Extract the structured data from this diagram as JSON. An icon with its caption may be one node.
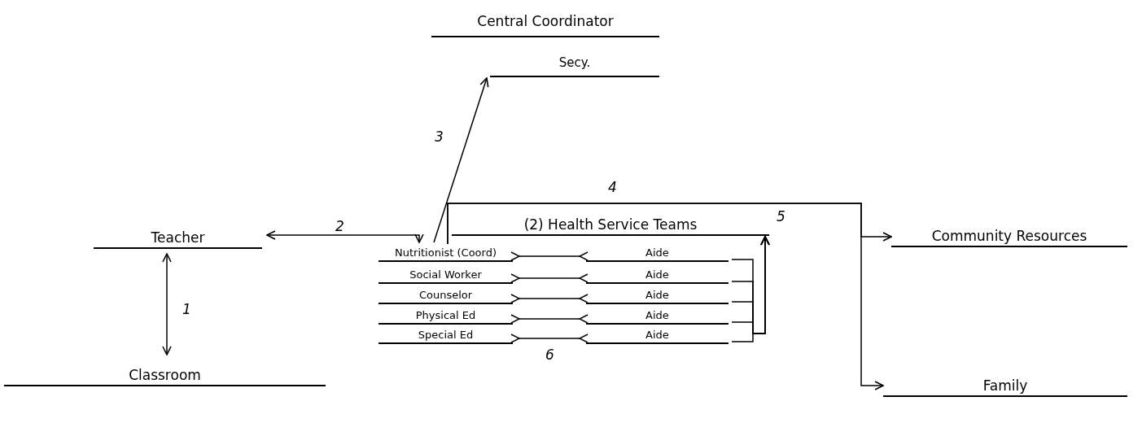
{
  "diagram": {
    "nodes": [
      {
        "text": [
          "Central Coordinator",
          "Secy."
        ]
      },
      {
        "text": [
          "Teacher"
        ]
      },
      {
        "text": [
          "Classroom"
        ]
      },
      {
        "text": [
          "(2) Health Service Teams"
        ]
      },
      {
        "text": [
          "Nutritionist (Coord)"
        ]
      },
      {
        "text": [
          "Aide"
        ]
      },
      {
        "text": [
          "Social Worker"
        ]
      },
      {
        "text": [
          "Aide"
        ]
      },
      {
        "text": [
          "Counselor"
        ]
      },
      {
        "text": [
          "Aide"
        ]
      },
      {
        "text": [
          "Physical Ed"
        ]
      },
      {
        "text": [
          "Aide"
        ]
      },
      {
        "text": [
          "Special Ed"
        ]
      },
      {
        "text": [
          "Aide"
        ]
      },
      {
        "text": [
          "Community Resources"
        ]
      },
      {
        "text": [
          "Family"
        ]
      }
    ],
    "edges": [
      {
        "from": 1,
        "to": 2,
        "arrow": "both",
        "label": "1"
      },
      {
        "from": 1,
        "to": 4,
        "arrow": "both",
        "label": "2"
      },
      {
        "from": 4,
        "to": 0,
        "arrow": "to",
        "label": "3"
      },
      {
        "from": 4,
        "to": 14,
        "arrow": "to",
        "label": "4"
      },
      {
        "from": 4,
        "to": 15,
        "arrow": "to"
      },
      {
        "from": 5,
        "to": 3,
        "arrow": "to",
        "label": "5"
      },
      {
        "from": 7,
        "to": 3,
        "arrow": "to"
      },
      {
        "from": 9,
        "to": 3,
        "arrow": "to"
      },
      {
        "from": 11,
        "to": 3,
        "arrow": "to"
      },
      {
        "from": 13,
        "to": 3,
        "arrow": "to"
      },
      {
        "from": 4,
        "to": 5,
        "arrow": "other"
      },
      {
        "from": 6,
        "to": 7,
        "arrow": "other"
      },
      {
        "from": 8,
        "to": 9,
        "arrow": "other"
      },
      {
        "from": 10,
        "to": 11,
        "arrow": "other"
      },
      {
        "from": 12,
        "to": 13,
        "arrow": "other",
        "label": "6"
      }
    ]
  }
}
